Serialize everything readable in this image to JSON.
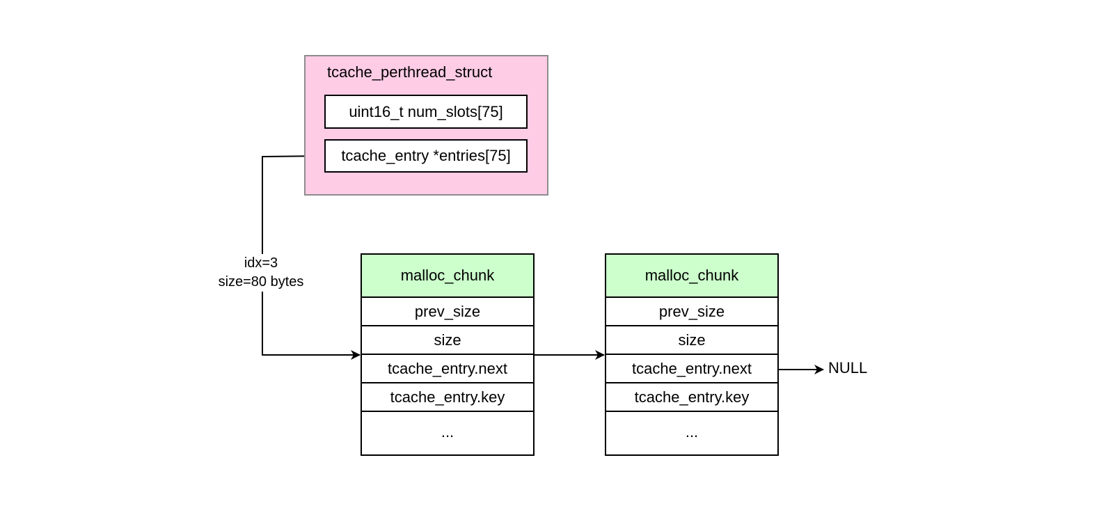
{
  "struct": {
    "title": "tcache_perthread_struct",
    "fields": [
      "uint16_t num_slots[75]",
      "tcache_entry *entries[75]"
    ]
  },
  "edge_label": {
    "line1": "idx=3",
    "line2": "size=80 bytes"
  },
  "chunks": [
    {
      "header": "malloc_chunk",
      "rows": [
        "prev_size",
        "size",
        "tcache_entry.next",
        "tcache_entry.key",
        "..."
      ]
    },
    {
      "header": "malloc_chunk",
      "rows": [
        "prev_size",
        "size",
        "tcache_entry.next",
        "tcache_entry.key",
        "..."
      ]
    }
  ],
  "terminal": "NULL",
  "colors": {
    "struct_fill": "#ffcce6",
    "struct_border": "#8c8c8c",
    "chunk_header_fill": "#ccffcc",
    "line": "#000000"
  }
}
